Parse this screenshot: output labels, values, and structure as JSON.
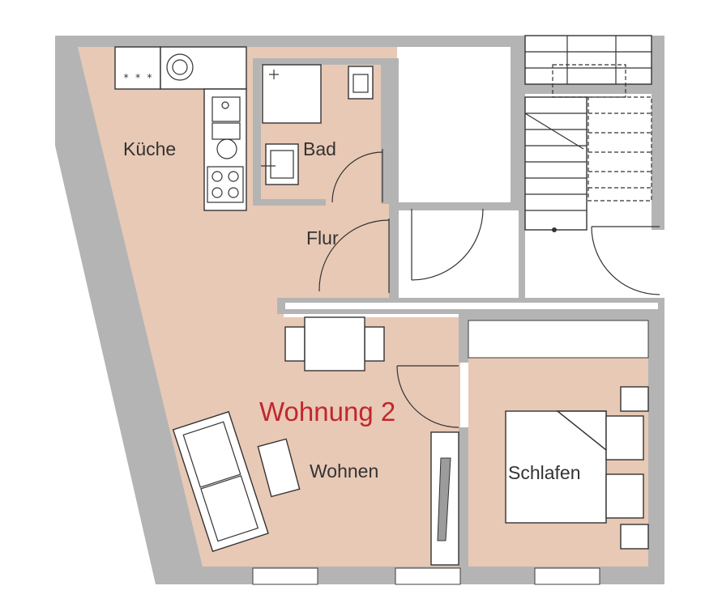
{
  "plan": {
    "apartment_label": "Wohnung 2",
    "rooms": {
      "kitchen": "Küche",
      "bath": "Bad",
      "hall": "Flur",
      "living": "Wohnen",
      "bedroom": "Schlafen"
    }
  },
  "colors": {
    "floor": "#e8c9b5",
    "wall": "#b4b4b4",
    "outline": "#3c3c3c",
    "apartment_label": "#c1272d"
  }
}
